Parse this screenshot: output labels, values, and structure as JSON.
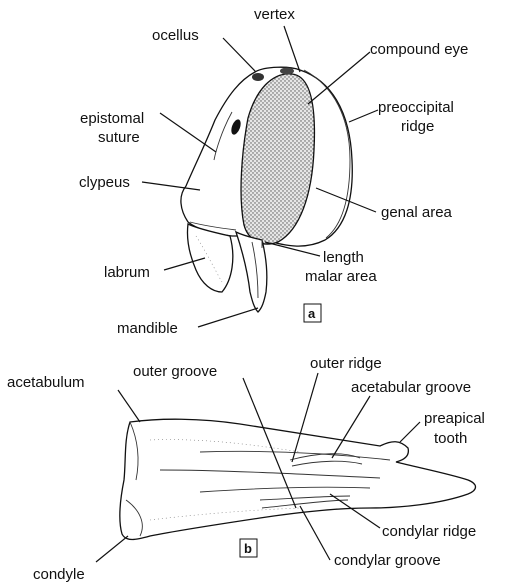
{
  "panel_a": {
    "tag": "a",
    "labels": {
      "vertex": "vertex",
      "ocellus": "ocellus",
      "compound_eye": "compound eye",
      "preoccipital_1": "preoccipital",
      "preoccipital_2": "ridge",
      "epistomal_1": "epistomal",
      "epistomal_2": "suture",
      "clypeus": "clypeus",
      "genal_area": "genal area",
      "length": "length",
      "malar_area": "malar area",
      "labrum": "labrum",
      "mandible": "mandible"
    }
  },
  "panel_b": {
    "tag": "b",
    "labels": {
      "acetabulum": "acetabulum",
      "outer_groove": "outer groove",
      "outer_ridge": "outer ridge",
      "acetabular_groove": "acetabular groove",
      "preapical_1": "preapical",
      "preapical_2": "tooth",
      "condylar_ridge": "condylar ridge",
      "condyle": "condyle",
      "condylar_groove": "condylar groove"
    }
  }
}
